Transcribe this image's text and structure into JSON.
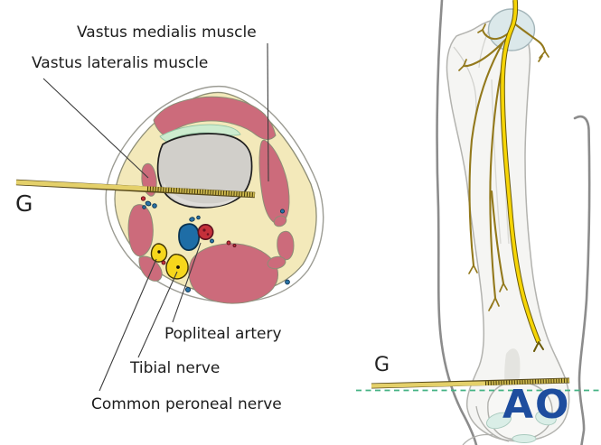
{
  "cross_section": {
    "labels": {
      "vastus_medialis": "Vastus medialis muscle",
      "vastus_lateralis": "Vastus lateralis muscle",
      "popliteal_artery": "Popliteal artery",
      "tibial_nerve": "Tibial nerve",
      "common_peroneal_nerve": "Common peroneal nerve",
      "guide_wire": "G"
    }
  },
  "femur_view": {
    "labels": {
      "guide_wire": "G",
      "logo": "AO"
    }
  },
  "colors": {
    "muscle_pink": "#cc6b7b",
    "subcutaneous_cream": "#f3e9ba",
    "bone_gray": "#d1cfca",
    "nerve_yellow": "#f6d71c",
    "vein_blue": "#1e6da6",
    "artery_red": "#c5303a",
    "tendon_mint": "#cdeccf",
    "guide_wire_gold": "#e4d06a",
    "resection_line_green": "#44b384",
    "ao_logo_blue": "#1e4d9e",
    "leg_contour_gray": "#8c8c8c"
  }
}
